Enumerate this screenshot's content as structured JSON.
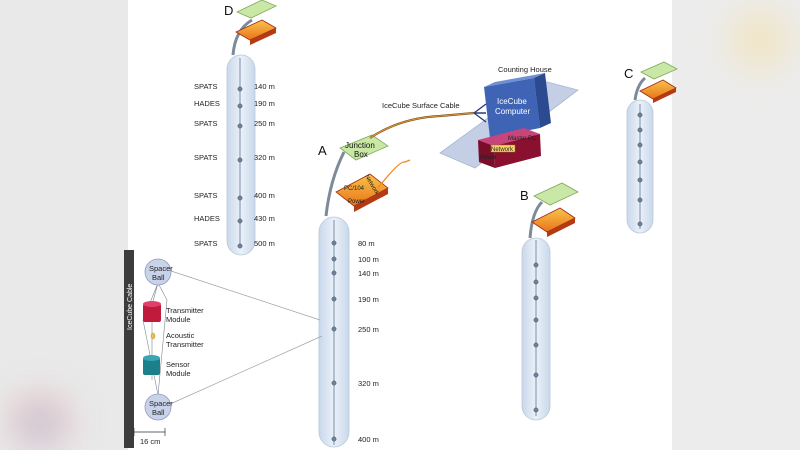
{
  "strings": {
    "A": "A",
    "B": "B",
    "C": "C",
    "D": "D",
    "junction_line1": "Junction",
    "junction_line2": "Box",
    "pc104": "PC/104",
    "power": "Power",
    "network": "Network",
    "surface_cable": "IceCube Surface Cable",
    "counting_house": "Counting House",
    "icecube_line1": "IceCube",
    "icecube_line2": "Computer",
    "master_pc": "Master PC",
    "network2": "Network",
    "power2": "Power",
    "cable_label": "IceCube Cable",
    "spacer1_line1": "Spacer",
    "spacer1_line2": "Ball",
    "spacer2_line1": "Spacer",
    "spacer2_line2": "Ball",
    "transmitter_line1": "Transmitter",
    "transmitter_line2": "Module",
    "acoustic_line1": "Acoustic",
    "acoustic_line2": "Transmitter",
    "sensor_line1": "Sensor",
    "sensor_line2": "Module",
    "width_label": "16 cm"
  },
  "string_d_labels": [
    {
      "name": "SPATS",
      "depth": "140 m"
    },
    {
      "name": "HADES",
      "depth": "190 m"
    },
    {
      "name": "SPATS",
      "depth": "250 m"
    },
    {
      "name": "SPATS",
      "depth": "320 m"
    },
    {
      "name": "SPATS",
      "depth": "400 m"
    },
    {
      "name": "HADES",
      "depth": "430 m"
    },
    {
      "name": "SPATS",
      "depth": "500 m"
    }
  ],
  "string_a_depths": [
    "80 m",
    "100 m",
    "140 m",
    "190 m",
    "250 m",
    "320 m",
    "400 m"
  ],
  "colors": {
    "ice": "#dbe6f2",
    "ice_stroke": "#b7c9dc",
    "box_green": "#c9e7a5",
    "box_orange": "#f6a21d",
    "box_red": "#a42a12",
    "computer_blue": "#3f63b5",
    "master_red": "#8a1030",
    "transmitter_red": "#c01a3c",
    "sensor_teal": "#1b7f8c"
  }
}
